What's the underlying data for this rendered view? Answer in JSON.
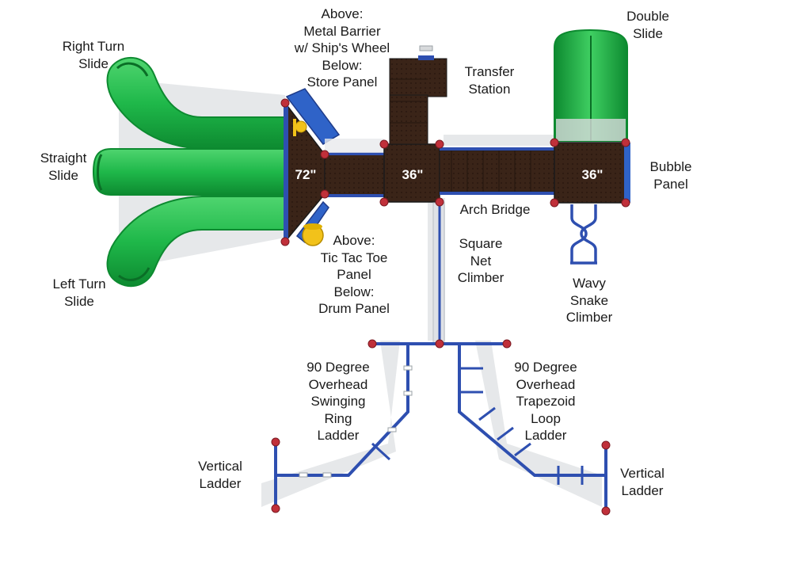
{
  "colors": {
    "slide_green": "#1fb84a",
    "slide_green_dark": "#0d8a30",
    "deck_brown": "#3a2418",
    "metal_blue": "#2e4fb0",
    "panel_blue": "#2f63c8",
    "post_red": "#c0303a",
    "accent_yellow": "#f2c21a",
    "text": "#1a1a1a"
  },
  "decks": [
    {
      "height": "72\""
    },
    {
      "height": "36\""
    },
    {
      "height": "36\""
    }
  ],
  "labels": {
    "right_turn_slide": [
      "Right Turn",
      "Slide"
    ],
    "straight_slide": [
      "Straight",
      "Slide"
    ],
    "left_turn_slide": [
      "Left Turn",
      "Slide"
    ],
    "metal_barrier": [
      "Above:",
      "Metal Barrier",
      "w/ Ship's Wheel",
      "Below:",
      "Store Panel"
    ],
    "transfer_station": [
      "Transfer",
      "Station"
    ],
    "double_slide": [
      "Double",
      "Slide"
    ],
    "bubble_panel": [
      "Bubble",
      "Panel"
    ],
    "arch_bridge": [
      "Arch Bridge"
    ],
    "tic_tac_toe": [
      "Above:",
      "Tic Tac Toe",
      "Panel",
      "Below:",
      "Drum Panel"
    ],
    "square_net_climber": [
      "Square",
      "Net",
      "Climber"
    ],
    "wavy_snake_climber": [
      "Wavy",
      "Snake",
      "Climber"
    ],
    "ring_ladder": [
      "90 Degree",
      "Overhead",
      "Swinging",
      "Ring",
      "Ladder"
    ],
    "trapezoid_ladder": [
      "90 Degree",
      "Overhead",
      "Trapezoid",
      "Loop",
      "Ladder"
    ],
    "vertical_ladder_left": [
      "Vertical",
      "Ladder"
    ],
    "vertical_ladder_right": [
      "Vertical",
      "Ladder"
    ]
  }
}
